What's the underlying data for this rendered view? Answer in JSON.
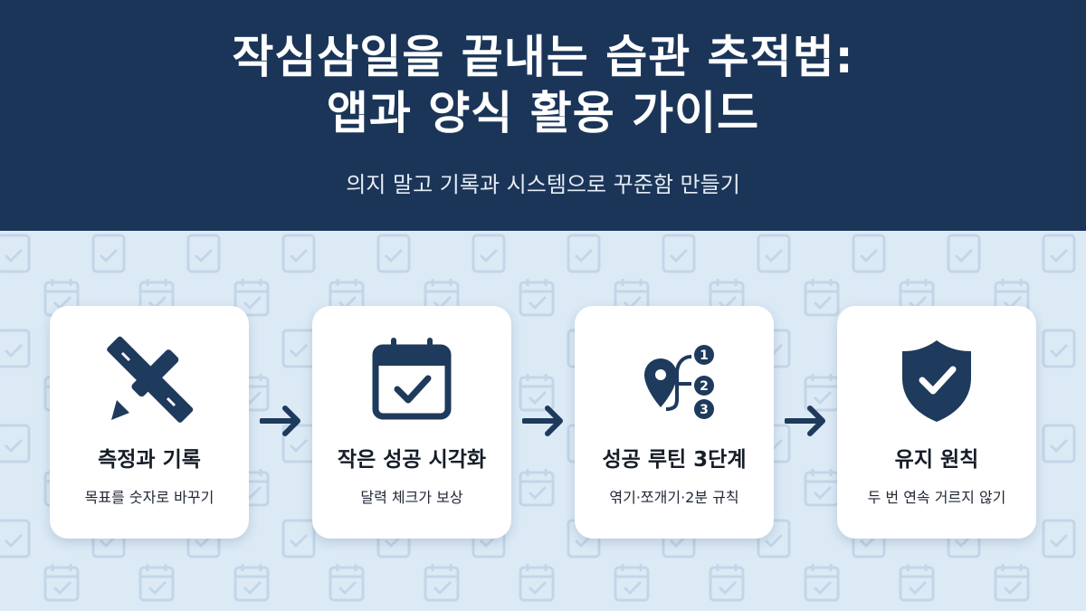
{
  "header": {
    "title_line1": "작심삼일을 끝내는 습관 추적법:",
    "title_line2": "앱과 양식 활용 가이드",
    "subtitle": "의지 말고 기록과 시스템으로 꾸준함 만들기"
  },
  "steps": [
    {
      "icon": "pencil-ruler-icon",
      "title": "측정과 기록",
      "subtitle": "목표를 숫자로 바꾸기"
    },
    {
      "icon": "calendar-check-icon",
      "title": "작은 성공 시각화",
      "subtitle": "달력 체크가 보상"
    },
    {
      "icon": "route-steps-icon",
      "title": "성공 루틴 3단계",
      "subtitle": "엮기·쪼개기·2분 규칙",
      "step_numbers": [
        "1",
        "2",
        "3"
      ]
    },
    {
      "icon": "shield-check-icon",
      "title": "유지 원칙",
      "subtitle": "두 번 연속 거르지 않기"
    }
  ],
  "colors": {
    "header_bg": "#1b3558",
    "icon": "#1e3a5c",
    "background": "#dceaf6"
  }
}
